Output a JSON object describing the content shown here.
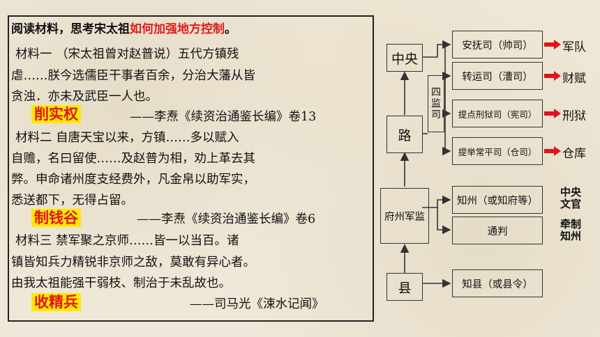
{
  "question": {
    "prefix": "阅读材料，思考宋太祖",
    "highlight": "如何加强地方控制",
    "suffix": "。"
  },
  "materials": {
    "m1_line1": "  材料一  （宋太祖曾对赵普说）五代方镇残",
    "m1_line2": "虐……朕今选儒臣干事者百余，分治大藩从皆",
    "m1_line3": "贪浊．亦未及武臣一人也。",
    "m1_tag": "削实权",
    "m1_cite": "——李焘《续资治通鉴长编》卷13",
    "m2_line1": "  材料二  自唐天宝以来，方镇……多以赋入",
    "m2_line2": "自赡，名曰留使……及赵普为相，劝上革去其",
    "m2_line3": "弊。申命诸州度支经费外，凡金帛以助军实，",
    "m2_line4": "悉送都下，无得占留。",
    "m2_tag": "制钱谷",
    "m2_cite": "——李焘《续资治通鉴长编》卷6",
    "m3_line1": "  材料三  禁军聚之京师……皆一以当百。诸",
    "m3_line2": "镇皆知兵力精锐非京师之敌，莫敢有异心者。",
    "m3_line3": "由我太祖能强干弱枝、制治于未乱故也。",
    "m3_tag": "收精兵",
    "m3_cite": "——司马光《涑水记闻》"
  },
  "diagram": {
    "central": "中央",
    "lu": "路",
    "fuzhou": "府州军监",
    "xian": "县",
    "four_label": [
      "四",
      "监",
      "司"
    ],
    "offices": [
      {
        "name": "安抚司（帅司）",
        "result": "军队"
      },
      {
        "name": "转运司（漕司）",
        "result": "财赋"
      },
      {
        "name": "提点刑狱司（宪司）",
        "result": "刑狱"
      },
      {
        "name": "提举常平司（仓司）",
        "result": "仓库"
      }
    ],
    "zhizhou": {
      "name": "知州（或知府等）",
      "result": "中央文官"
    },
    "tongpan": {
      "name": "通判",
      "result": "牵制知州"
    },
    "zhixian": "知县（或县令）",
    "colors": {
      "arrow_red": "#e0141b",
      "line": "#333333"
    }
  }
}
